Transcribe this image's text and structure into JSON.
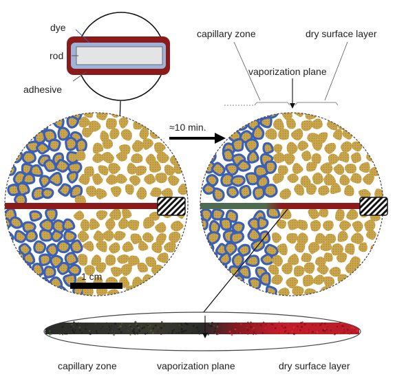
{
  "labels": {
    "dye": "dye",
    "rod": "rod",
    "adhesive": "adhesive",
    "time": "≈10 min.",
    "scale": "1 cm",
    "top_capillary": "capillary zone",
    "top_dry": "dry surface layer",
    "top_vapor": "vaporization plane",
    "bottom_capillary": "capillary zone",
    "bottom_vapor": "vaporization plane",
    "bottom_dry": "dry surface layer"
  },
  "colors": {
    "grain": "#c9a64c",
    "grain_dots": "#8a6d22",
    "water": "#3a5fb8",
    "rod_red": "#8b1a1a",
    "rod_green": "#4f6b4f",
    "rod_blue": "#9fb3d9",
    "rod_core": "#e4e4e4",
    "strip_dark": "#2a2a2a",
    "strip_red": "#c41e2a"
  }
}
